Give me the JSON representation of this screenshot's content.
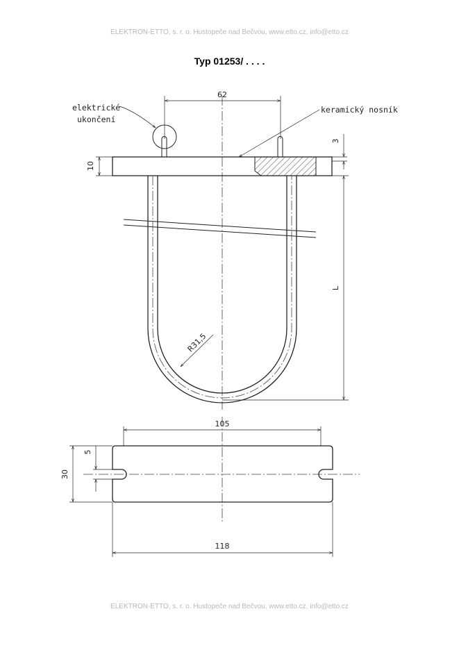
{
  "header": {
    "text": "ELEKTRON-ETTO, s. r. o. Hustopeče nad Bečvou, www.etto.cz, info@etto.cz"
  },
  "title": {
    "text": "Typ 01253/ . . . ."
  },
  "labels": {
    "electrical_termination_line1": "elektrické",
    "electrical_termination_line2": "ukončení",
    "ceramic_carrier": "keramický nosník"
  },
  "dimensions": {
    "width_62": "62",
    "height_3": "3",
    "thickness_10": "10",
    "length_L": "L",
    "radius": "R31,5",
    "width_105": "105",
    "slot_5": "5",
    "height_30": "30",
    "width_118": "118"
  },
  "footer": {
    "text": "ELEKTRON-ETTO, s. r. o. Hustopeče nad Bečvou, www.etto.cz, info@etto.cz"
  }
}
